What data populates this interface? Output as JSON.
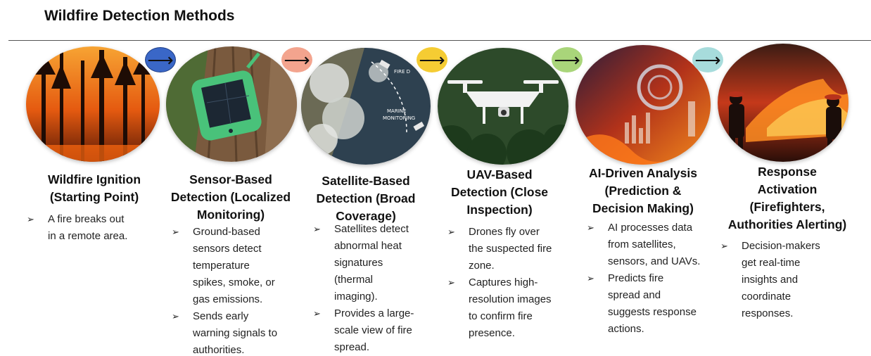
{
  "title": "Wildfire Detection Methods",
  "colors": {
    "arrow_1": "#3a67c7",
    "arrow_2": "#f3a48e",
    "arrow_3": "#f5cc33",
    "arrow_4": "#a9d57a",
    "arrow_5": "#a7dcdc"
  },
  "flow_arrow_glyph": "⟶",
  "bullet_glyph": "➢",
  "stages": [
    {
      "image": "forest-fire-photo",
      "heading": [
        "Wildfire Ignition",
        "(Starting Point)"
      ],
      "bullets": [
        [
          "A fire breaks out",
          "in a remote area."
        ]
      ]
    },
    {
      "image": "ground-sensor-photo",
      "heading": [
        "Sensor-Based",
        "Detection (Localized",
        "Monitoring)"
      ],
      "bullets": [
        [
          "Ground-based",
          "sensors detect",
          "temperature",
          "spikes, smoke, or",
          "gas emissions."
        ],
        [
          "Sends early",
          "warning signals to",
          "authorities."
        ]
      ]
    },
    {
      "image": "satellite-monitoring-photo",
      "image_labels": [
        "FIRE D",
        "MARINE",
        "MONITORING"
      ],
      "heading": [
        "Satellite-Based",
        "Detection (Broad",
        "Coverage)"
      ],
      "bullets": [
        [
          "Satellites detect",
          "abnormal heat",
          "signatures",
          "(thermal",
          "imaging)."
        ],
        [
          "Provides a large-",
          "scale view of fire",
          "spread."
        ]
      ]
    },
    {
      "image": "drone-photo",
      "heading": [
        "UAV-Based",
        "Detection (Close",
        "Inspection)"
      ],
      "bullets": [
        [
          "Drones fly over",
          "the suspected fire",
          "zone."
        ],
        [
          "Captures high-",
          "resolution images",
          "to confirm fire",
          "presence."
        ]
      ]
    },
    {
      "image": "ai-analysis-photo",
      "heading": [
        "AI-Driven Analysis",
        "(Prediction &",
        "Decision Making)"
      ],
      "bullets": [
        [
          "AI processes data",
          "from satellites,",
          "sensors, and UAVs."
        ],
        [
          "Predicts fire",
          "spread and",
          "suggests response",
          "actions."
        ]
      ]
    },
    {
      "image": "firefighters-photo",
      "heading": [
        "Response",
        "Activation",
        "(Firefighters,",
        "Authorities Alerting)"
      ],
      "bullets": [
        [
          "Decision-makers",
          "get real-time",
          "insights and",
          "coordinate",
          "responses."
        ]
      ]
    }
  ]
}
